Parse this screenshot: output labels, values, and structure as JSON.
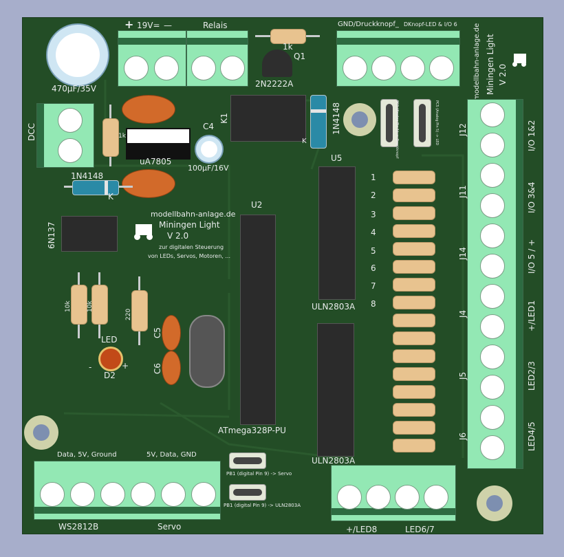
{
  "board": {
    "power_label": "19V=",
    "power_plus": "+",
    "power_minus": "—",
    "relais_label": "Relais",
    "gnd_label": "GND/Druckknopf_",
    "dknopf_label": "DKnopf-LED & I/O 6",
    "cap_large": "470µF/35V",
    "q1_label": "Q1",
    "r_1k_top": "1k",
    "transistor_label": "2N2222A",
    "dcc_label": "DCC",
    "r_1k_left": "1k",
    "regulator_label": "uA7805",
    "c4_label": "C4",
    "c4_value": "100µF/16V",
    "k1_label": "K1",
    "diode_top": "1N4148",
    "k_mark": "K",
    "diode_left": "1N4148",
    "k_mark_left": "K",
    "optocoupler": "6N137",
    "u5_label": "U5",
    "u2_label": "U2",
    "uln_a": "ULN2803A",
    "uln_b": "ULN2803A",
    "mcu": "ATmega328P-PU",
    "site": "modellbahn-anlage.de",
    "project": "Miningen Light",
    "version": "V 2.0",
    "desc1": "zur digitalen Steuerung",
    "desc2": "von LEDs, Servos, Motoren, ...",
    "r10k_a": "10k",
    "r10k_b": "10k",
    "r220": "220",
    "c5": "C5",
    "c6": "C6",
    "led_label": "LED",
    "d2_label": "D2",
    "minus": "-",
    "plus": "+",
    "j12": "J12",
    "j11": "J11",
    "j14": "J14",
    "j4": "J4",
    "j5": "J5",
    "j6": "J6",
    "io12": "I/O 1&2",
    "io34": "I/O 3&4",
    "io5": "I/O 5 / +",
    "led1": "+/LED1",
    "led23": "LED2/3",
    "led45": "LED4/5",
    "right_site": "modellbahn-anlage.de",
    "right_project": "Miningen Light",
    "right_version": "V 2.0",
    "jumper1_label": "PC1 (Analog Pin 1) -> Druckknopf",
    "jumper2_label": "PC5 (Analog Pin 5) -> LED",
    "ws_data": "Data, 5V, Ground",
    "servo_data": "5V, Data, GND",
    "ws_label": "WS2812B",
    "servo_label": "Servo",
    "pb1_servo": "PB1 (digital Pin 9) -> Servo",
    "pb1_uln": "PB1 (digital Pin 9) -> ULN2803A",
    "led8_label": "+/LED8",
    "led67_label": "LED6/7",
    "resistor_numbers": [
      "1",
      "2",
      "3",
      "4",
      "5",
      "6",
      "7",
      "8"
    ]
  }
}
